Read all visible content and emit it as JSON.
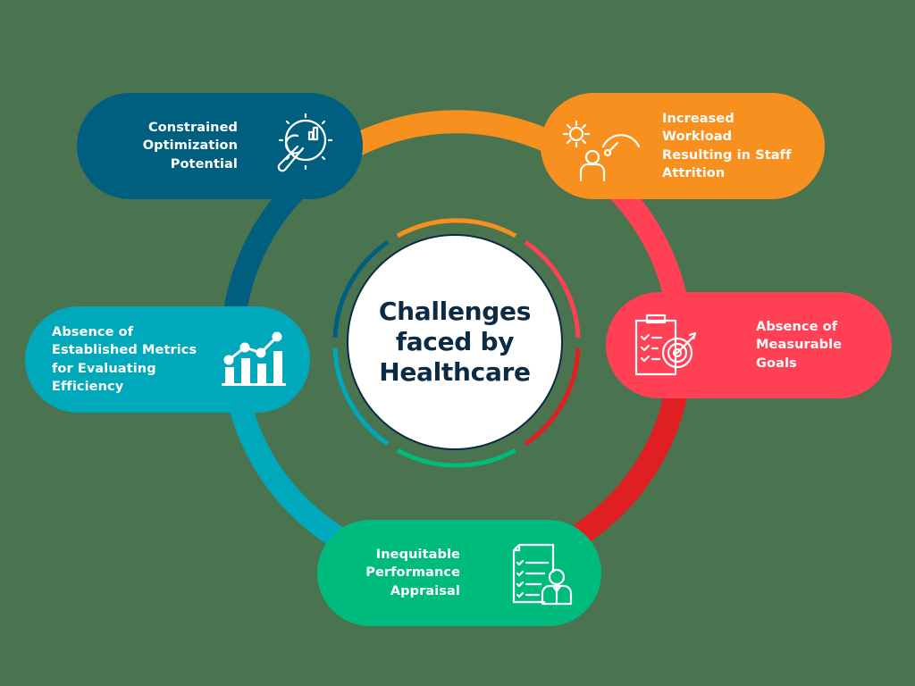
{
  "center": {
    "title": "Challenges\nfaced by\nHealthcare",
    "text_color": "#0b2a44"
  },
  "colors": {
    "background": "#4a7350",
    "dark_teal": "#005f7f",
    "orange": "#f7901e",
    "pink": "#ff4055",
    "red": "#e01f22",
    "green": "#00bb7e",
    "cyan": "#00a8bc"
  },
  "challenges": [
    {
      "id": "constrained-optimization",
      "label": "Constrained\nOptimization\nPotential",
      "icon": "wrench-gear-chart-icon",
      "color": "#005f7f",
      "position": "top-left"
    },
    {
      "id": "increased-workload",
      "label": "Increased\nWorkload\nResulting in Staff\nAttrition",
      "icon": "person-gear-gauge-icon",
      "color": "#f7901e",
      "position": "top-right"
    },
    {
      "id": "absence-measurable-goals",
      "label": "Absence of\nMeasurable\nGoals",
      "icon": "clipboard-target-icon",
      "color": "#ff4055",
      "position": "right"
    },
    {
      "id": "inequitable-appraisal",
      "label": "Inequitable\nPerformance\nAppraisal",
      "icon": "checklist-person-icon",
      "color": "#00bb7e",
      "position": "bottom"
    },
    {
      "id": "absence-metrics",
      "label": "Absence of\nEstablished Metrics\nfor Evaluating\nEfficiency",
      "icon": "bar-line-chart-icon",
      "color": "#00a8bc",
      "position": "left"
    }
  ]
}
